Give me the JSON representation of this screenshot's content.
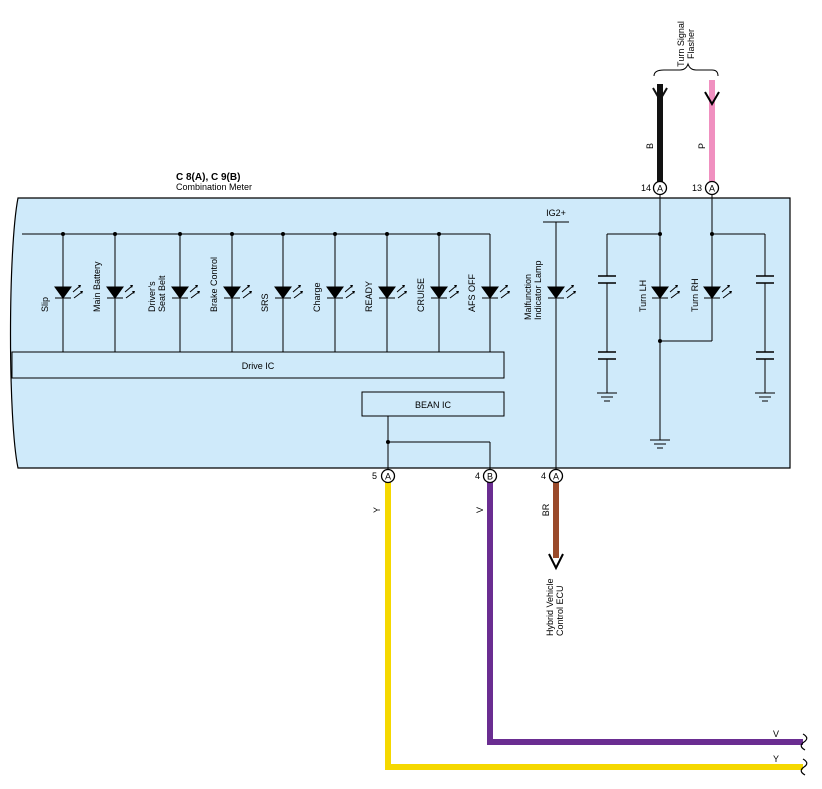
{
  "header": {
    "connector_id": "C 8(A), C 9(B)",
    "component_name": "Combination Meter"
  },
  "top": {
    "flasher_label": [
      "Turn Signal",
      "Flasher"
    ],
    "wire_left_color": "B",
    "wire_right_color": "P",
    "pin_left_number": "14",
    "pin_left_connector": "A",
    "pin_right_number": "13",
    "pin_right_connector": "A"
  },
  "indicators": [
    {
      "label": [
        "Slip"
      ]
    },
    {
      "label": [
        "Main Battery"
      ]
    },
    {
      "label": [
        "Driver’s",
        "Seat Belt"
      ]
    },
    {
      "label": [
        "Brake Control"
      ]
    },
    {
      "label": [
        "SRS"
      ]
    },
    {
      "label": [
        "Charge"
      ]
    },
    {
      "label": [
        "READY"
      ]
    },
    {
      "label": [
        "CRUISE"
      ]
    },
    {
      "label": [
        "AFS OFF"
      ]
    }
  ],
  "malfunction": {
    "supply": "IG2+",
    "label": [
      "Malfunction",
      "Indicator Lamp"
    ]
  },
  "turn": {
    "lh_label": "Turn LH",
    "rh_label": "Turn RH"
  },
  "ics": {
    "drive": "Drive IC",
    "bean": "BEAN IC"
  },
  "bottom_pins": [
    {
      "number": "5",
      "connector": "A",
      "wire": "Y"
    },
    {
      "number": "4",
      "connector": "B",
      "wire": "V"
    },
    {
      "number": "4",
      "connector": "A",
      "wire": "BR"
    }
  ],
  "hv_ecu_label": [
    "Hybrid Vehicle",
    "Control ECU"
  ],
  "right_wires": {
    "v": "V",
    "y": "Y"
  },
  "colors": {
    "meter_fill": "#cfeafa",
    "wire_y": "#f5d800",
    "wire_v": "#6a2d91",
    "wire_br": "#9a4a2a",
    "wire_b": "#111111",
    "wire_p": "#f090c0"
  }
}
